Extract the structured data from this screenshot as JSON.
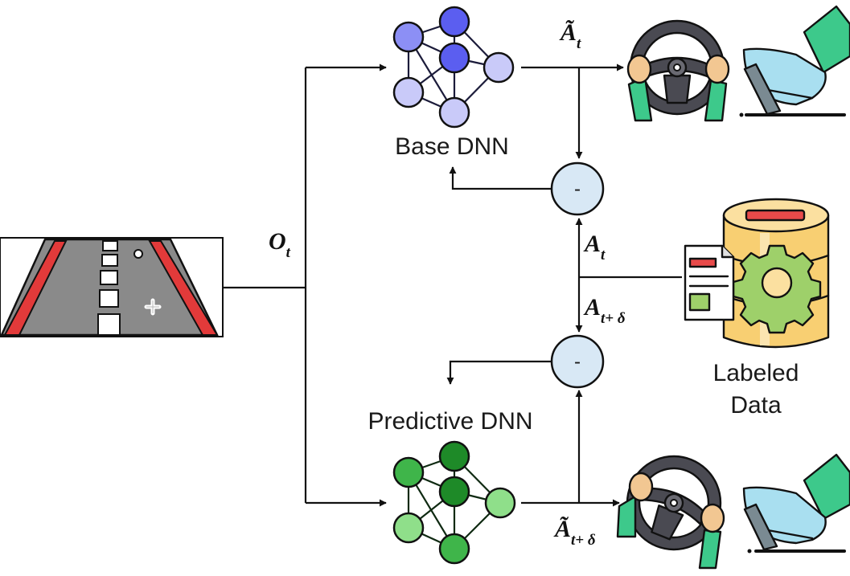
{
  "labels": {
    "base_dnn": "Base DNN",
    "predictive_dnn": "Predictive DNN",
    "labeled_data_line1": "Labeled",
    "labeled_data_line2": "Data",
    "minus": "-"
  },
  "math": {
    "observation": "O",
    "observation_sub": "t",
    "base_pred": "Ã",
    "base_pred_sub": "t",
    "label_t": "A",
    "label_t_sub": "t",
    "label_future": "A",
    "label_future_sub": "t+ δ",
    "pred_future": "Ã",
    "pred_future_sub": "t+ δ"
  },
  "colors": {
    "base_net_dark": "#5b5ef0",
    "base_net_mid": "#8c8ff5",
    "base_net_light": "#c9caf9",
    "pred_net_dark": "#1e8a28",
    "pred_net_mid": "#3fb54a",
    "pred_net_light": "#8fdf8a",
    "subtract_fill": "#d8e8f5",
    "road": "#8a8a8a",
    "road_edge": "#e23a3a",
    "database": "#f8cf72",
    "gear": "#9ed06a",
    "steering_wheel": "#4a4a52",
    "arm": "#3dc98b",
    "shoe": "#a9dff0"
  },
  "icons": [
    "road-icon",
    "neural-network-icon",
    "steering-wheel-icon",
    "pedal-icon",
    "database-icon",
    "document-icon",
    "gear-icon"
  ]
}
